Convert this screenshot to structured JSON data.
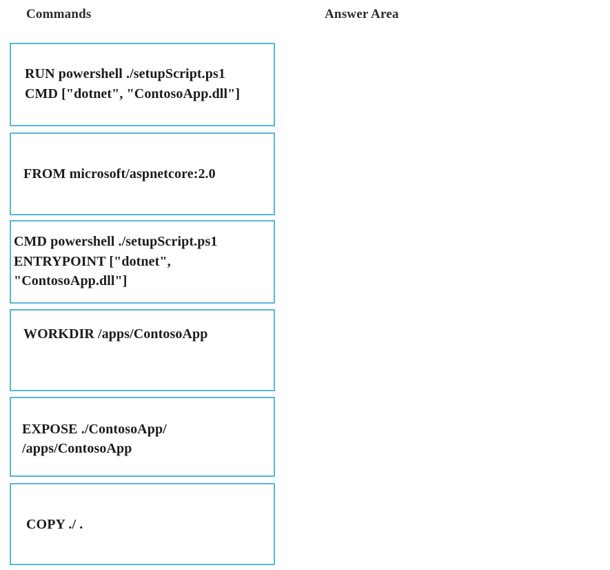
{
  "headings": {
    "commands": "Commands",
    "answer_area": "Answer Area"
  },
  "colors": {
    "card_border": "#56b7d6",
    "background": "#ffffff",
    "text": "#1c1c1c"
  },
  "commands": {
    "items": [
      {
        "id": "run-cmd",
        "text": "RUN powershell ./setupScript.ps1\nCMD [\"dotnet\", \"ContosoApp.dll\"]"
      },
      {
        "id": "from",
        "text": "FROM microsoft/aspnetcore:2.0"
      },
      {
        "id": "cmd-entry",
        "text": "CMD powershell ./setupScript.ps1\nENTRYPOINT [\"dotnet\",\n\"ContosoApp.dll\"]"
      },
      {
        "id": "workdir",
        "text": "WORKDIR /apps/ContosoApp"
      },
      {
        "id": "expose",
        "text": "EXPOSE ./ContosoApp/ /apps/ContosoApp"
      },
      {
        "id": "copy",
        "text": "COPY ./ ."
      }
    ]
  },
  "answer_area": {
    "slots": []
  }
}
